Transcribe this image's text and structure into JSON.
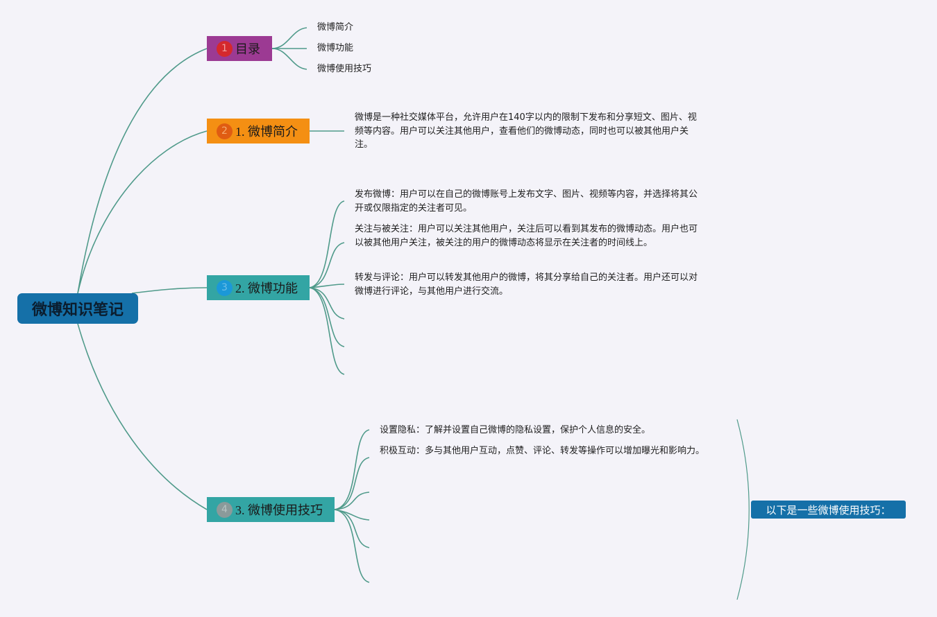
{
  "root": {
    "label": "微博知识笔记"
  },
  "topics": [
    {
      "number": "1",
      "label": "目录"
    },
    {
      "number": "2",
      "label": "1. 微博简介"
    },
    {
      "number": "3",
      "label": "2. 微博功能"
    },
    {
      "number": "4",
      "label": "3. 微博使用技巧"
    }
  ],
  "toc_items": [
    "微博简介",
    "微博功能",
    "微博使用技巧"
  ],
  "intro_text": "微博是一种社交媒体平台，允许用户在140字以内的限制下发布和分享短文、图片、视频等内容。用户可以关注其他用户，查看他们的微博动态，同时也可以被其他用户关注。",
  "features": [
    "发布微博：用户可以在自己的微博账号上发布文字、图片、视频等内容，并选择将其公开或仅限指定的关注者可见。",
    "关注与被关注：用户可以关注其他用户，关注后可以看到其发布的微博动态。用户也可以被其他用户关注，被关注的用户的微博动态将显示在关注者的时间线上。",
    "转发与评论：用户可以转发其他用户的微博，将其分享给自己的关注者。用户还可以对微博进行评论，与其他用户进行交流。"
  ],
  "tips": [
    "设置隐私：了解并设置自己微博的隐私设置，保护个人信息的安全。",
    "积极互动：多与其他用户互动，点赞、评论、转发等操作可以增加曝光和影响力。"
  ],
  "callout": {
    "label": "以下是一些微博使用技巧："
  },
  "colors": {
    "background": "#f4f3f9",
    "root": "#1570a8",
    "topic_toc": "#9c3a93",
    "topic_intro": "#f48f13",
    "topic_features": "#33a5a4",
    "topic_tips": "#33a5a4",
    "connector": "#4f9a8a",
    "callout": "#1570a8"
  }
}
